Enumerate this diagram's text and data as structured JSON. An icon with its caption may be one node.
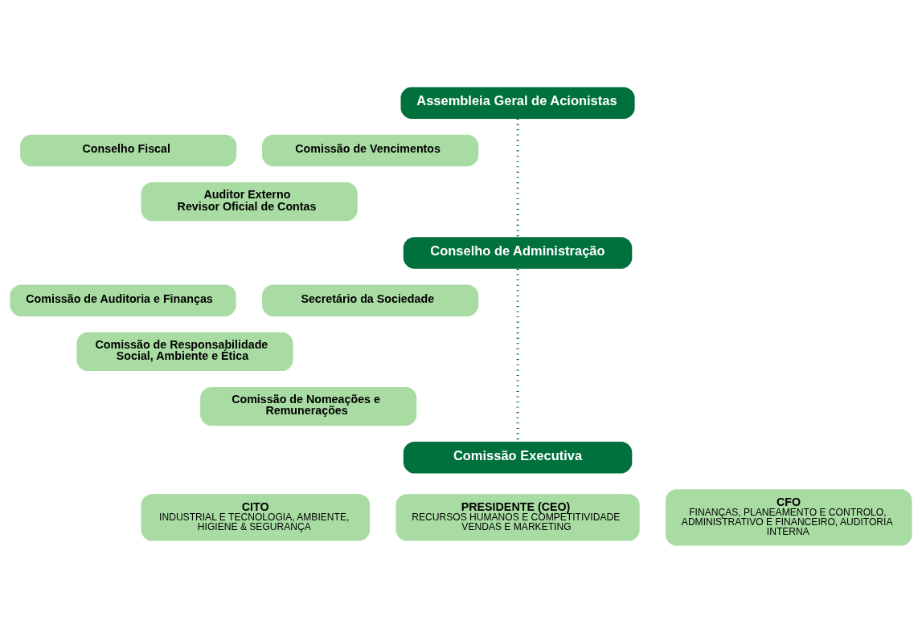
{
  "diagram": {
    "nodes": [
      {
        "text": [
          "Assembleia Geral de Acionistas"
        ]
      },
      {
        "text": [
          "Comissão de Vencimentos"
        ]
      },
      {
        "text": [
          "Conselho Fiscal"
        ]
      },
      {
        "text": [
          "Auditor Externo",
          "Revisor Oficial de Contas"
        ]
      },
      {
        "text": [
          "Conselho de Administração"
        ]
      },
      {
        "text": [
          "Secretário da Sociedade"
        ]
      },
      {
        "text": [
          "Comissão de Auditoria e Finanças"
        ]
      },
      {
        "text": [
          "Comissão de Responsabilidade Social, Ambiente e Ética"
        ]
      },
      {
        "text": [
          "Comissão de Nomeações e Remunerações"
        ]
      },
      {
        "text": [
          "Comissão Executiva"
        ]
      },
      {
        "text": [
          "CITO",
          "INDUSTRIAL E TECNOLOGIA, AMBIENTE, HIGIENE & SEGURANÇA"
        ]
      },
      {
        "text": [
          "PRESIDENTE (CEO)",
          "RECURSOS HUMANOS E COMPETITIVIDADE VENDAS E MARKETING"
        ]
      },
      {
        "text": [
          "CFO",
          "FINANÇAS, PLANEAMENTO E CONTROLO, ADMINISTRATIVO E FINANCEIRO, AUDITORIA INTERNA"
        ]
      }
    ],
    "edges": [
      {
        "from": 0,
        "to": 4,
        "arrow": "none",
        "style": "dashed"
      },
      {
        "from": 4,
        "to": 9,
        "arrow": "none",
        "style": "dashed"
      }
    ]
  }
}
